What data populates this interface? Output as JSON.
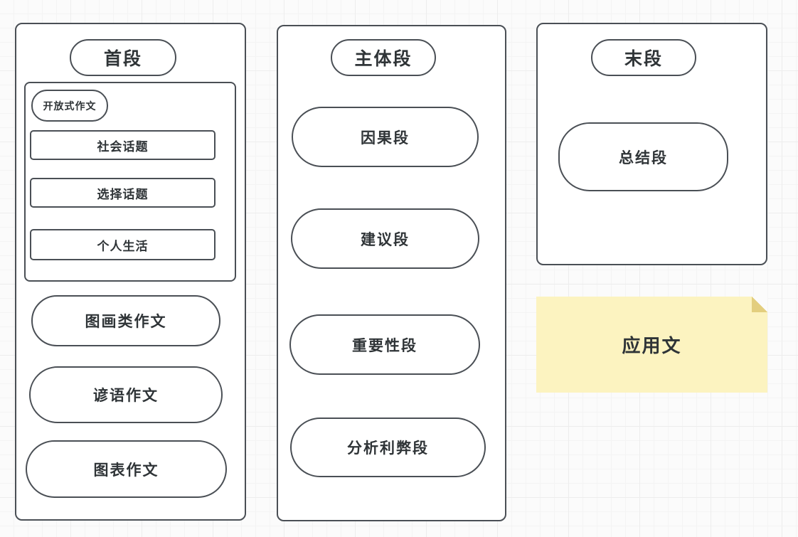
{
  "board": {
    "background_color": "#fbfbfb",
    "grid_color": "#f4f4f4",
    "stroke_color": "#4a4f55",
    "text_color": "#2f3437"
  },
  "columns": [
    {
      "id": "opening",
      "title": "首段",
      "panel": {
        "tag": "开放式作文",
        "items": [
          {
            "label": "社会话题"
          },
          {
            "label": "选择话题"
          },
          {
            "label": "个人生活"
          }
        ]
      },
      "nodes": [
        {
          "label": "图画类作文"
        },
        {
          "label": "谚语作文"
        },
        {
          "label": "图表作文"
        }
      ]
    },
    {
      "id": "body",
      "title": "主体段",
      "nodes": [
        {
          "label": "因果段"
        },
        {
          "label": "建议段"
        },
        {
          "label": "重要性段"
        },
        {
          "label": "分析利弊段"
        }
      ]
    },
    {
      "id": "ending",
      "title": "末段",
      "nodes": [
        {
          "label": "总结段"
        }
      ]
    }
  ],
  "sticky_note": {
    "label": "应用文",
    "color": "#fcf3c0",
    "fold_color": "#e3ce7e"
  }
}
